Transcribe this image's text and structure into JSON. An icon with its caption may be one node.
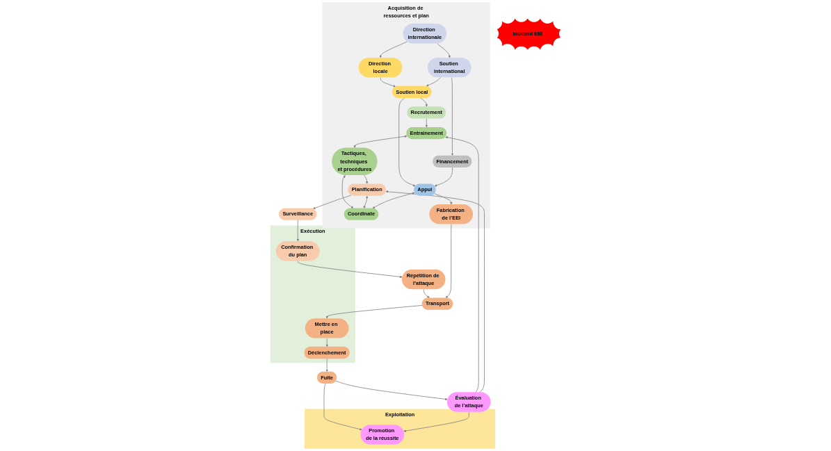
{
  "diagram": {
    "nodes": [
      {
        "text": [
          "Acquisition de ressources et plan"
        ]
      },
      {
        "text": [
          "Exécution"
        ]
      },
      {
        "text": [
          "Exploitation"
        ]
      },
      {
        "text": [
          "Direction internationale"
        ],
        "in": 0
      },
      {
        "text": [
          "Direction locale"
        ],
        "in": 0
      },
      {
        "text": [
          "Recrutement"
        ],
        "in": 0
      },
      {
        "text": [
          "Soutien international"
        ],
        "in": 0
      },
      {
        "text": [
          "Soutien local"
        ],
        "in": 0
      },
      {
        "text": [
          "Entrainement"
        ],
        "in": 0
      },
      {
        "text": [
          "Tactiques, techniques et procédures"
        ],
        "in": 0
      },
      {
        "text": [
          "Planification"
        ],
        "in": 0
      },
      {
        "text": [
          "Financement"
        ],
        "in": 0
      },
      {
        "text": [
          "Coordinate"
        ],
        "in": 0
      },
      {
        "text": [
          "Appui"
        ],
        "in": 0
      },
      {
        "text": [
          "Fabrication de l’EEI"
        ],
        "in": 0
      },
      {
        "text": [
          "Transport"
        ]
      },
      {
        "text": [
          "Surveillance"
        ]
      },
      {
        "text": [
          "Confirmation du plan"
        ],
        "in": 1
      },
      {
        "text": [
          "Répétition de l’attaque"
        ]
      },
      {
        "text": [
          "Incident EEI"
        ]
      },
      {
        "text": [
          "Évaluation de l’attaque"
        ]
      },
      {
        "text": [
          "Déclenchement"
        ],
        "in": 1
      },
      {
        "text": [
          "Mettre en place"
        ],
        "in": 1
      },
      {
        "text": [
          "Fuite"
        ]
      },
      {
        "text": [
          "Promotion de la réussite"
        ],
        "in": 2
      }
    ],
    "edges": [
      {
        "from": 3,
        "to": 4,
        "arrow": "to"
      },
      {
        "from": 3,
        "to": 6,
        "arrow": "to"
      },
      {
        "from": 4,
        "to": 7,
        "arrow": "to"
      },
      {
        "from": 6,
        "to": 7,
        "arrow": "to"
      },
      {
        "from": 6,
        "to": 11,
        "arrow": "to"
      },
      {
        "from": 7,
        "to": 5,
        "arrow": "to"
      },
      {
        "from": 7,
        "to": 13,
        "arrow": "to"
      },
      {
        "from": 5,
        "to": 8,
        "arrow": "to"
      },
      {
        "from": 20,
        "to": 8,
        "arrow": "to"
      },
      {
        "from": 20,
        "to": 10,
        "arrow": "to"
      },
      {
        "from": 8,
        "to": 9,
        "arrow": "both"
      },
      {
        "from": 9,
        "to": 10,
        "arrow": "to"
      },
      {
        "from": 9,
        "to": 12,
        "arrow": "both"
      },
      {
        "from": 10,
        "to": 12,
        "arrow": "both"
      },
      {
        "from": 10,
        "to": 16,
        "arrow": "to"
      },
      {
        "from": 16,
        "to": 17,
        "arrow": "to"
      },
      {
        "from": 17,
        "to": 18,
        "arrow": "to"
      },
      {
        "from": 18,
        "to": 15,
        "arrow": "to"
      },
      {
        "from": 11,
        "to": 13,
        "arrow": "to"
      },
      {
        "from": 13,
        "to": 12,
        "arrow": "both"
      },
      {
        "from": 13,
        "to": 14,
        "arrow": "to"
      },
      {
        "from": 14,
        "to": 15,
        "arrow": "to"
      },
      {
        "from": 15,
        "to": 22,
        "arrow": "to"
      },
      {
        "from": 22,
        "to": 21,
        "arrow": "to"
      },
      {
        "from": 21,
        "to": 23,
        "arrow": "to"
      },
      {
        "from": 23,
        "to": 24,
        "arrow": "to"
      },
      {
        "from": 23,
        "to": 20,
        "arrow": "to"
      },
      {
        "from": 20,
        "to": 24,
        "arrow": "to"
      }
    ]
  }
}
